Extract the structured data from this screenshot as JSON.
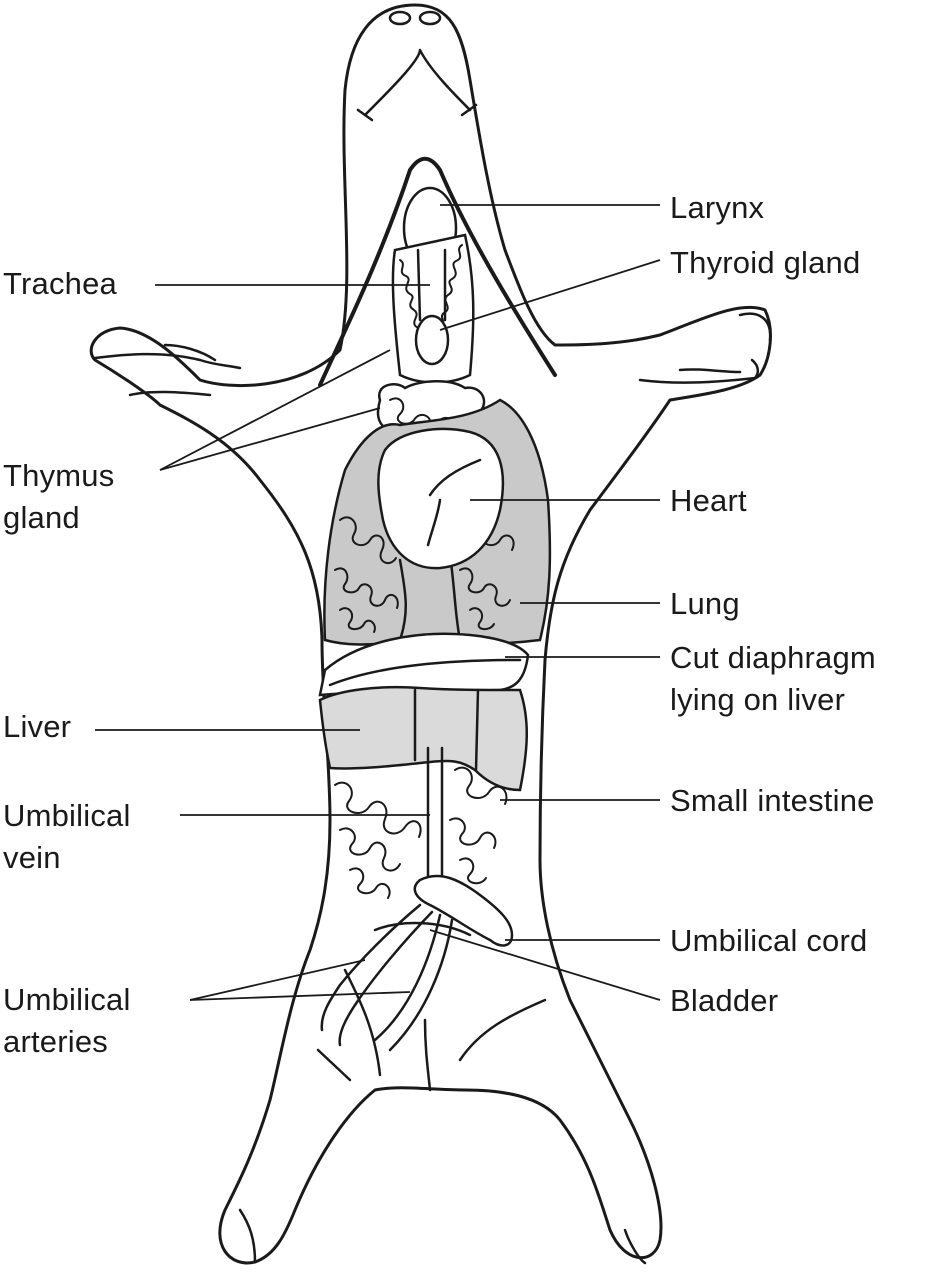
{
  "labels": {
    "larynx": "Larynx",
    "thyroid": "Thyroid gland",
    "trachea": "Trachea",
    "thymus_line1": "Thymus",
    "thymus_line2": "gland",
    "heart": "Heart",
    "lung": "Lung",
    "diaphragm_line1": "Cut diaphragm",
    "diaphragm_line2": "lying on liver",
    "liver": "Liver",
    "small_intestine": "Small intestine",
    "umbilical_vein_line1": "Umbilical",
    "umbilical_vein_line2": "vein",
    "umbilical_cord": "Umbilical cord",
    "bladder": "Bladder",
    "umbilical_arteries_line1": "Umbilical",
    "umbilical_arteries_line2": "arteries"
  },
  "colors": {
    "line": "#1a1a1a",
    "organ_shade": "#c9c9c9",
    "liver_shade": "#dadada",
    "background": "#ffffff"
  }
}
